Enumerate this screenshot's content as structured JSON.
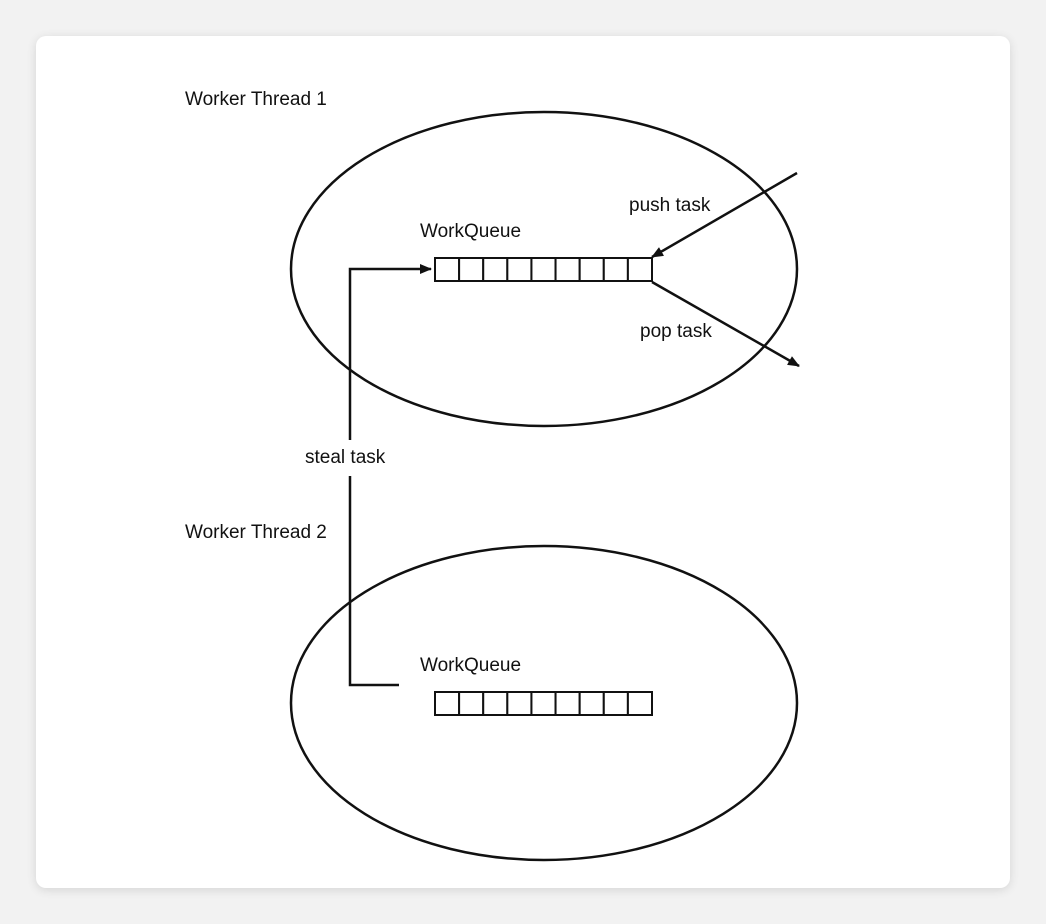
{
  "diagram": {
    "thread1": {
      "label": "Worker Thread 1",
      "queue_label": "WorkQueue",
      "queue_slots": 9
    },
    "thread2": {
      "label": "Worker Thread 2",
      "queue_label": "WorkQueue",
      "queue_slots": 9
    },
    "edges": {
      "push": "push task",
      "pop": "pop task",
      "steal": "steal task"
    },
    "colors": {
      "stroke": "#111111",
      "background": "#ffffff",
      "page": "#f2f2f2"
    }
  }
}
